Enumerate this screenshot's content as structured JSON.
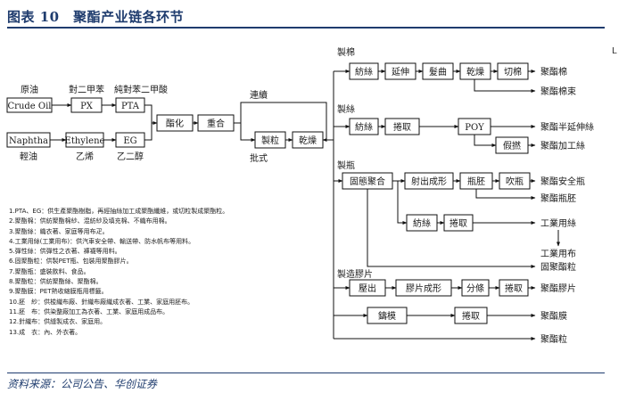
{
  "header": {
    "title": "图表 10　聚酯产业链各环节"
  },
  "side_mark": "L",
  "raw": {
    "crude_label": "原油",
    "crude": "Crude Oil",
    "px_label": "對二甲苯",
    "px": "PX",
    "pta_label": "純對苯二甲酸",
    "pta": "PTA",
    "naphtha": "Naphtha",
    "naphtha_label": "輕油",
    "ethylene": "Ethylene",
    "ethylene_label": "乙烯",
    "eg": "EG",
    "eg_label": "乙二醇"
  },
  "process": {
    "esterify": "酯化",
    "polymerize": "重合",
    "continuous": "連續",
    "batch": "批式",
    "chip": "製粒",
    "dry": "乾燥"
  },
  "branches": {
    "staple": {
      "label": "製棉",
      "steps": [
        "紡絲",
        "延伸",
        "髮曲",
        "乾燥",
        "切棉"
      ],
      "out1": "聚酯棉",
      "out2": "聚酯棉束"
    },
    "filament": {
      "label": "製絲",
      "steps": [
        "紡絲",
        "捲取",
        "POY",
        "假撚"
      ],
      "out1": "聚酯半延伸絲",
      "out2": "聚酯加工絲"
    },
    "bottle": {
      "label": "製瓶",
      "steps": [
        "固態聚合",
        "射出成形",
        "瓶胚",
        "吹瓶"
      ],
      "out1": "聚酯安全瓶",
      "out2": "聚酯瓶胚"
    },
    "industrial": {
      "steps": [
        "紡絲",
        "捲取"
      ],
      "out1": "工業用絲",
      "out2": "工業用布"
    },
    "solid_chip": "固聚酯粒",
    "film": {
      "label": "製造膠片",
      "steps": [
        "壓出",
        "膠片成形",
        "分條",
        "捲取"
      ],
      "out": "聚酯膠片"
    },
    "membrane": {
      "steps": [
        "鑄模",
        "捲取"
      ],
      "out": "聚酯膜"
    },
    "pellet": "聚酯粒"
  },
  "notes": [
    "1.PTA、EG：供生產聚酯樹脂，再經抽絲加工成聚酯纖維，或切粒製成聚酯粒。",
    "2.聚酯棉：供紡聚酯棉紗、混紡紗及填充棉、不織布用棉。",
    "3.聚酯絲：織衣著、家庭等用布疋。",
    "4.工業用絲(工業用布)：供汽車安全帶、輸送帶、防水帆布等用料。",
    "5.彈性絲：供彈性之衣著、褲襪等用料。",
    "6.固聚酯粒：供製PET瓶、包裝用聚酯膠片。",
    "7.聚酯瓶：盛裝飲料、食品。",
    "8.聚酯粒：供紡聚酯絲、聚酯棉。",
    "9.聚酯膜：PET熱收縮膜瓶用標籤。",
    "10.胚　紗：供梭織布廠、針織布廠織成衣著、工業、家庭用胚布。",
    "11.胚　布：供染整廠加工為衣著、工業、家庭用成品布。",
    "12.針織布：供縫製成衣、家庭用。",
    "13.成　衣：內、外衣著。"
  ],
  "footer": {
    "source": "资料来源：公司公告、华创证券"
  }
}
